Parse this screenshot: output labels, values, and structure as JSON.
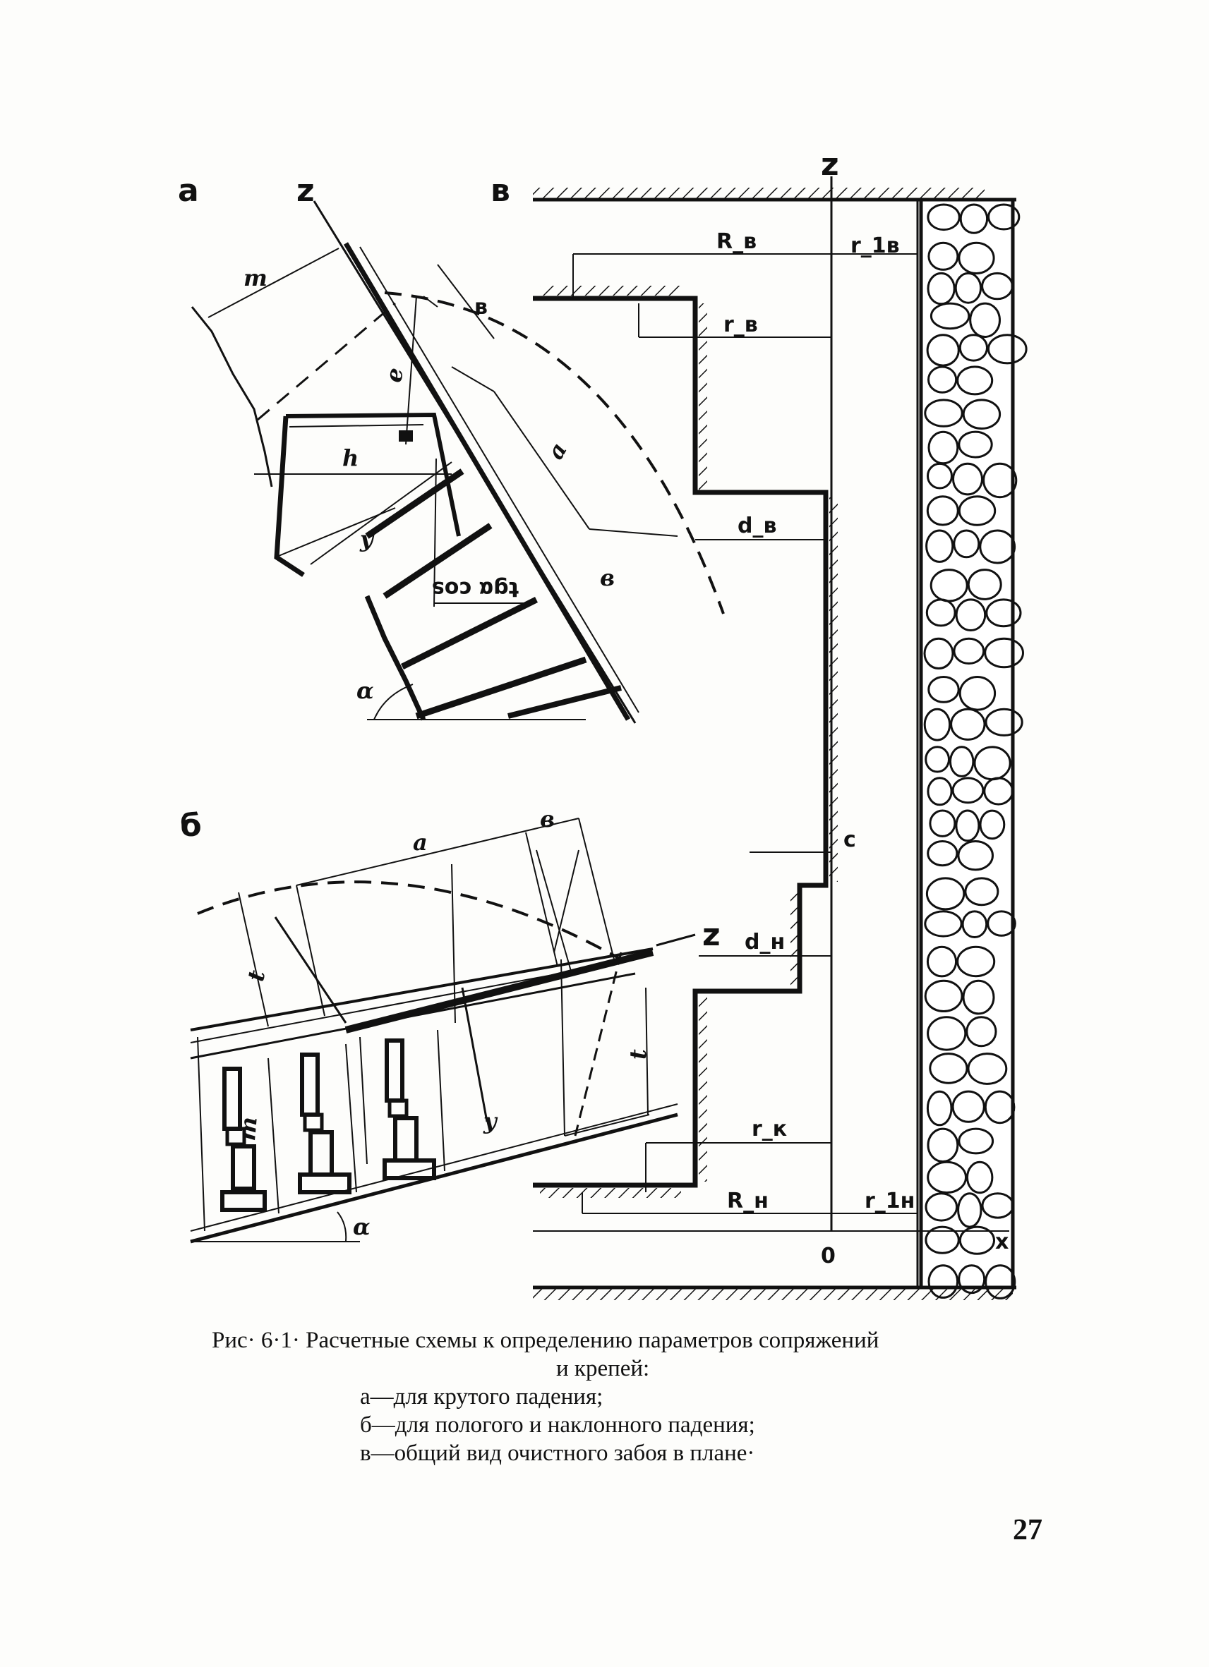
{
  "figure": {
    "panel_letters": {
      "a": "a",
      "b": "б",
      "c": "в"
    },
    "labels": {
      "z": "z",
      "m": "m",
      "h": "h",
      "e": "e",
      "y": "y",
      "a": "a",
      "b": "в",
      "t": "t",
      "alpha": "α",
      "c": "c",
      "zero": "0",
      "x": "x",
      "tgcos": "tgα cos",
      "R_B": "R_в",
      "r_1B": "r_1в",
      "r_B": "r_в",
      "d_B": "d_в",
      "d_H": "d_н",
      "r_K": "r_к",
      "R_H": "R_н",
      "r_1H": "r_1н"
    }
  },
  "caption": {
    "line1": "Рис· 6·1· Расчетные схемы к определению параметров сопряжений",
    "line2": "и крепей:",
    "items": [
      "а—для крутого падения;",
      "б—для пологого и наклонного падения;",
      "в—общий вид очистного забоя в плане·"
    ]
  },
  "page_number": "27"
}
